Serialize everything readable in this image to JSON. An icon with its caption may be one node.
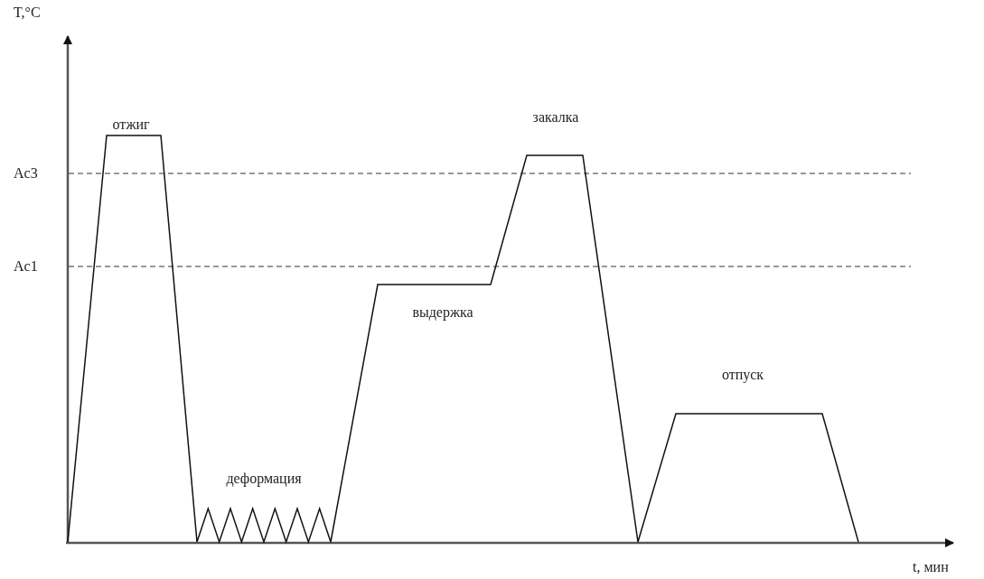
{
  "diagram": {
    "labels": [
      "T,°C",
      "отжиг",
      "закалка",
      "Ac3",
      "Ac1",
      "выдержка",
      "отпуск",
      "деформация",
      "t, мин"
    ]
  }
}
